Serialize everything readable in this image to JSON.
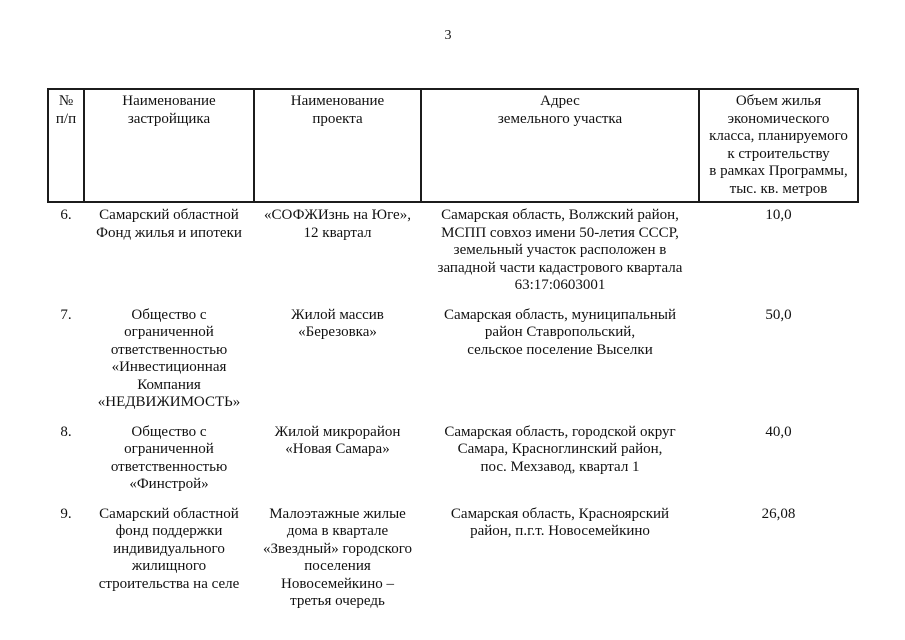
{
  "page": {
    "number": "3"
  },
  "table": {
    "headers": [
      "№\nп/п",
      "Наименование\nзастройщика",
      "Наименование\nпроекта",
      "Адрес\nземельного участка",
      "Объем жилья\nэкономического\nкласса, планируемого\nк строительству\nв рамках Программы,\nтыс. кв. метров"
    ],
    "rows": [
      {
        "num": "6.",
        "developer": "Самарский областной\nФонд жилья и ипотеки",
        "project": "«СОФЖИзнь на Юге»,\n12 квартал",
        "address": "Самарская область, Волжский район,\nМСПП совхоз имени 50-летия СССР,\nземельный участок расположен в\nзападной части кадастрового квартала\n63:17:0603001",
        "volume": "10,0"
      },
      {
        "num": "7.",
        "developer": "Общество с\nограниченной\nответственностью\n«Инвестиционная\nКомпания\n«НЕДВИЖИМОСТЬ»",
        "project": "Жилой массив\n«Березовка»",
        "address": "Самарская область, муниципальный\nрайон Ставропольский,\nсельское поселение Выселки",
        "volume": "50,0"
      },
      {
        "num": "8.",
        "developer": "Общество с\nограниченной\nответственностью\n«Финстрой»",
        "project": "Жилой микрорайон\n«Новая Самара»",
        "address": "Самарская область, городской округ\nСамара, Красноглинский район,\nпос. Мехзавод, квартал 1",
        "volume": "40,0"
      },
      {
        "num": "9.",
        "developer": "Самарский областной\nфонд поддержки\nиндивидуального\nжилищного\nстроительства на селе",
        "project": "Малоэтажные жилые\nдома в квартале\n«Звездный» городского\nпоселения\nНовосемейкино –\nтретья очередь",
        "address": "Самарская область, Красноярский\nрайон, п.г.т. Новосемейкино",
        "volume": "26,08"
      }
    ]
  }
}
